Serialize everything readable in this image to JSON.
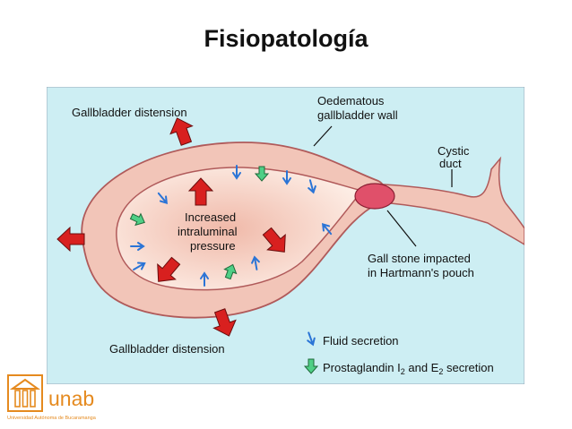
{
  "slide": {
    "title": "Fisiopatología"
  },
  "diagram": {
    "labels": {
      "distension_top": "Gallbladder distension",
      "distension_bottom": "Gallbladder distension",
      "wall_line1": "Oedematous",
      "wall_line2": "gallbladder wall",
      "cystic_line1": "Cystic",
      "cystic_line2": "duct",
      "pressure_line1": "Increased",
      "pressure_line2": "intraluminal",
      "pressure_line3": "pressure",
      "stone_line1": "Gall stone impacted",
      "stone_line2": "in Hartmann's pouch"
    },
    "legend": {
      "fluid": "Fluid secretion",
      "prostaglandin": "Prostaglandin I",
      "sub1": "2",
      "and": " and E",
      "sub2": "2",
      "tail": " secretion"
    },
    "colors": {
      "background": "#cdeef3",
      "wall": "#f2c5b8",
      "wall_stroke": "#b05a5a",
      "lumen": "#fae3d9",
      "stone": "#e0506a",
      "pressure_arrow": "#d8201f",
      "fluid_arrow": "#2a74d6",
      "prostaglandin_arrow": "#4fcf86"
    }
  },
  "logo": {
    "word": "unab",
    "subtitle": "Universidad Autónoma de Bucaramanga",
    "icon": "building-icon"
  }
}
